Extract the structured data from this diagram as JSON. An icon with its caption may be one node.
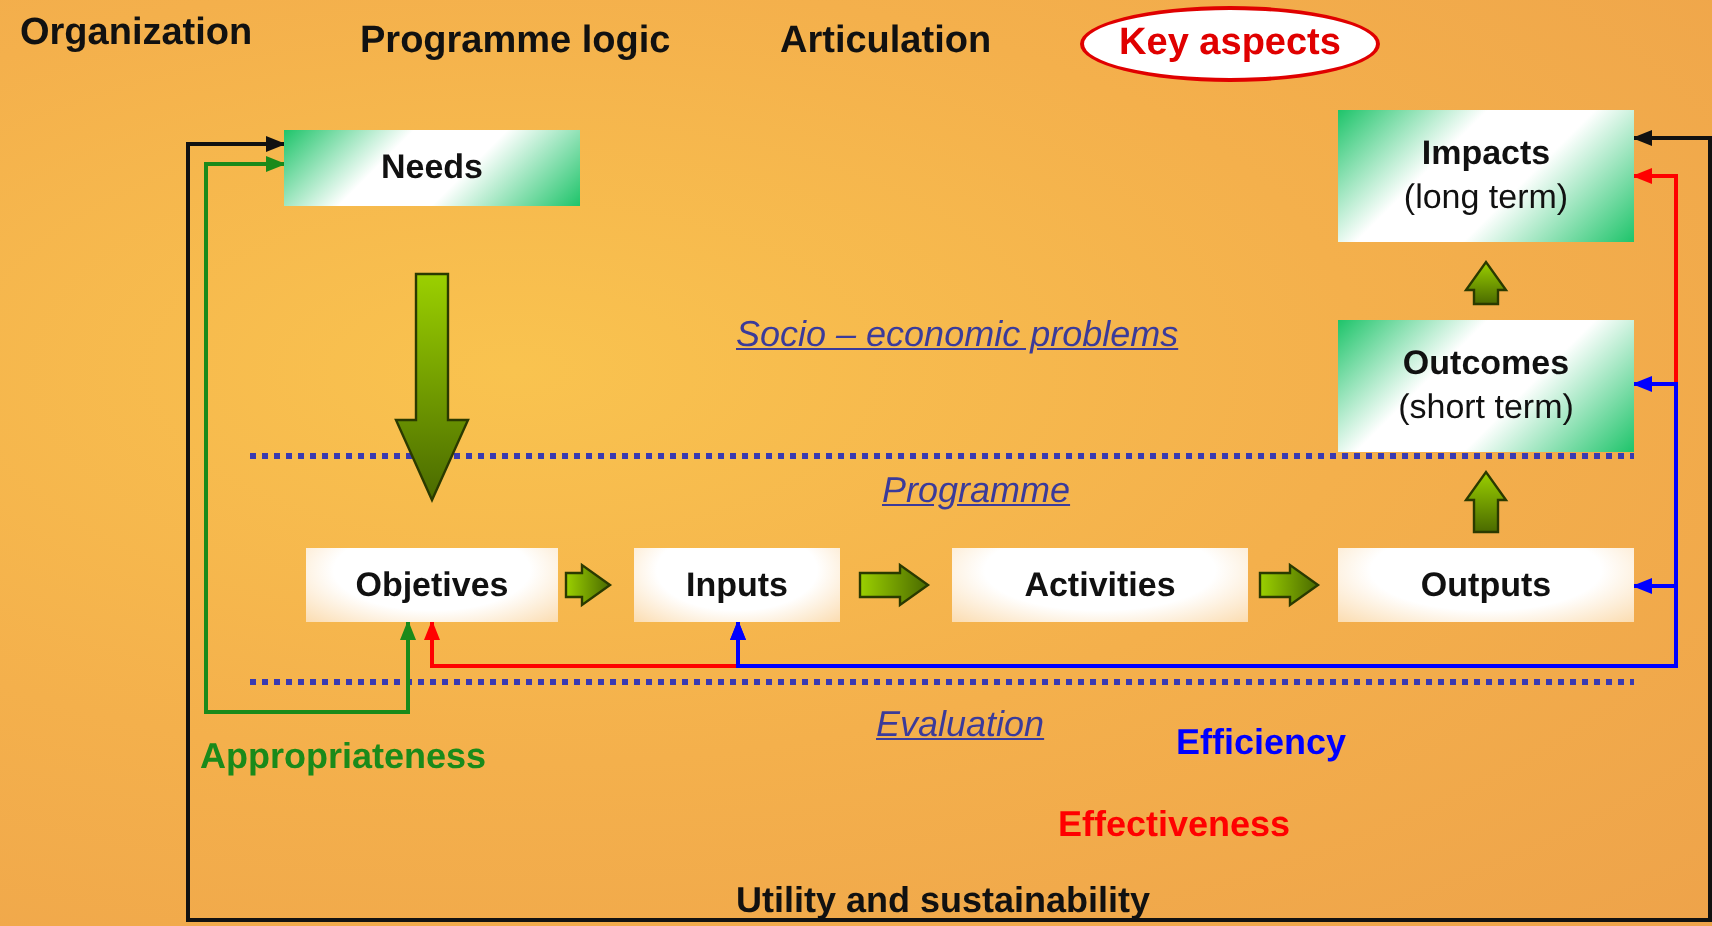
{
  "diagram": {
    "nodes": [
      {
        "text": [
          "Needs"
        ]
      },
      {
        "text": [
          "Impacts",
          "(long term)"
        ]
      },
      {
        "text": [
          "Outcomes",
          "(short term)"
        ]
      },
      {
        "text": [
          "Objetives"
        ]
      },
      {
        "text": [
          "Inputs"
        ]
      },
      {
        "text": [
          "Activities"
        ]
      },
      {
        "text": [
          "Outputs"
        ]
      },
      {
        "text": [
          "Key aspects"
        ]
      }
    ],
    "edges": [
      {
        "from": 0,
        "to": 3,
        "arrow": "to",
        "style": "thick"
      },
      {
        "from": 3,
        "to": 4,
        "arrow": "to",
        "style": "thick"
      },
      {
        "from": 4,
        "to": 5,
        "arrow": "to",
        "style": "thick"
      },
      {
        "from": 5,
        "to": 6,
        "arrow": "to",
        "style": "thick"
      },
      {
        "from": 6,
        "to": 2,
        "arrow": "to",
        "style": "thick"
      },
      {
        "from": 2,
        "to": 1,
        "arrow": "to",
        "style": "thick"
      },
      {
        "from": 3,
        "to": 0,
        "arrow": "both",
        "label": "Appropriateness",
        "color": "#1a8a1a"
      },
      {
        "from": 0,
        "to": 1,
        "arrow": "both",
        "label": "Utility and sustainability",
        "color": "#111111"
      },
      {
        "from": 3,
        "to": 1,
        "arrow": "both",
        "label": "Effectiveness",
        "color": "#ff0000"
      },
      {
        "from": 4,
        "to": 2,
        "arrow": "both",
        "label": "Efficiency",
        "color": "#0000ff"
      },
      {
        "from": 4,
        "to": 6,
        "arrow": "both",
        "color": "#0000ff"
      }
    ],
    "labels": [
      "Organization",
      "Programme logic",
      "Articulation",
      "Socio – economic problems",
      "Programme",
      "Evaluation"
    ]
  }
}
